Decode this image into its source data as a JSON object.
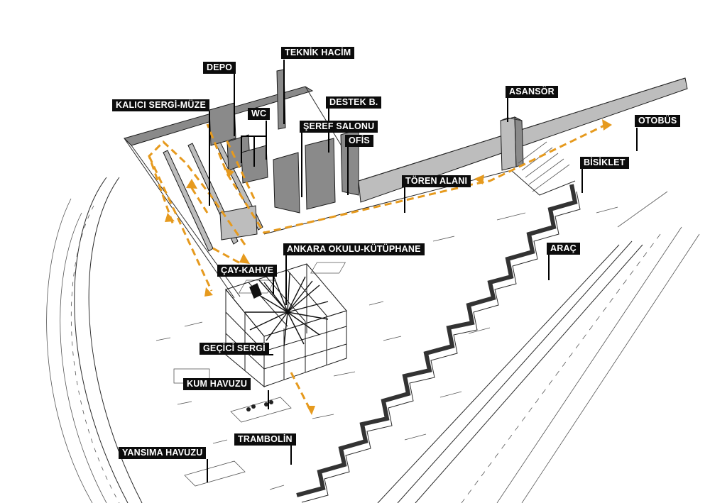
{
  "labels": {
    "teknik_hacim": "TEKNİK HACİM",
    "depo": "DEPO",
    "kalici_sergi": "KALICI SERGİ-MÜZE",
    "wc": "WC",
    "destek": "DESTEK B.",
    "seref_salonu": "ŞEREF SALONU",
    "ofis": "OFİS",
    "asansor": "ASANSÖR",
    "otobus": "OTOBÜS",
    "bisiklet": "BİSİKLET",
    "toren_alani": "TÖREN ALANI",
    "ankara_okulu": "ANKARA OKULU-KÜTÜPHANE",
    "cay_kahve": "ÇAY-KAHVE",
    "arac": "ARAÇ",
    "gecici_sergi": "GEÇİCİ SERGİ",
    "kum_havuzu": "KUM HAVUZU",
    "trambolin": "TRAMBOLİN",
    "yansima_havuzu": "YANSIMA HAVUZU"
  },
  "colors": {
    "route": "#e69a1e",
    "label_bg": "#0c0c0c",
    "label_text": "#ffffff",
    "wall": "#8a8a8a"
  }
}
